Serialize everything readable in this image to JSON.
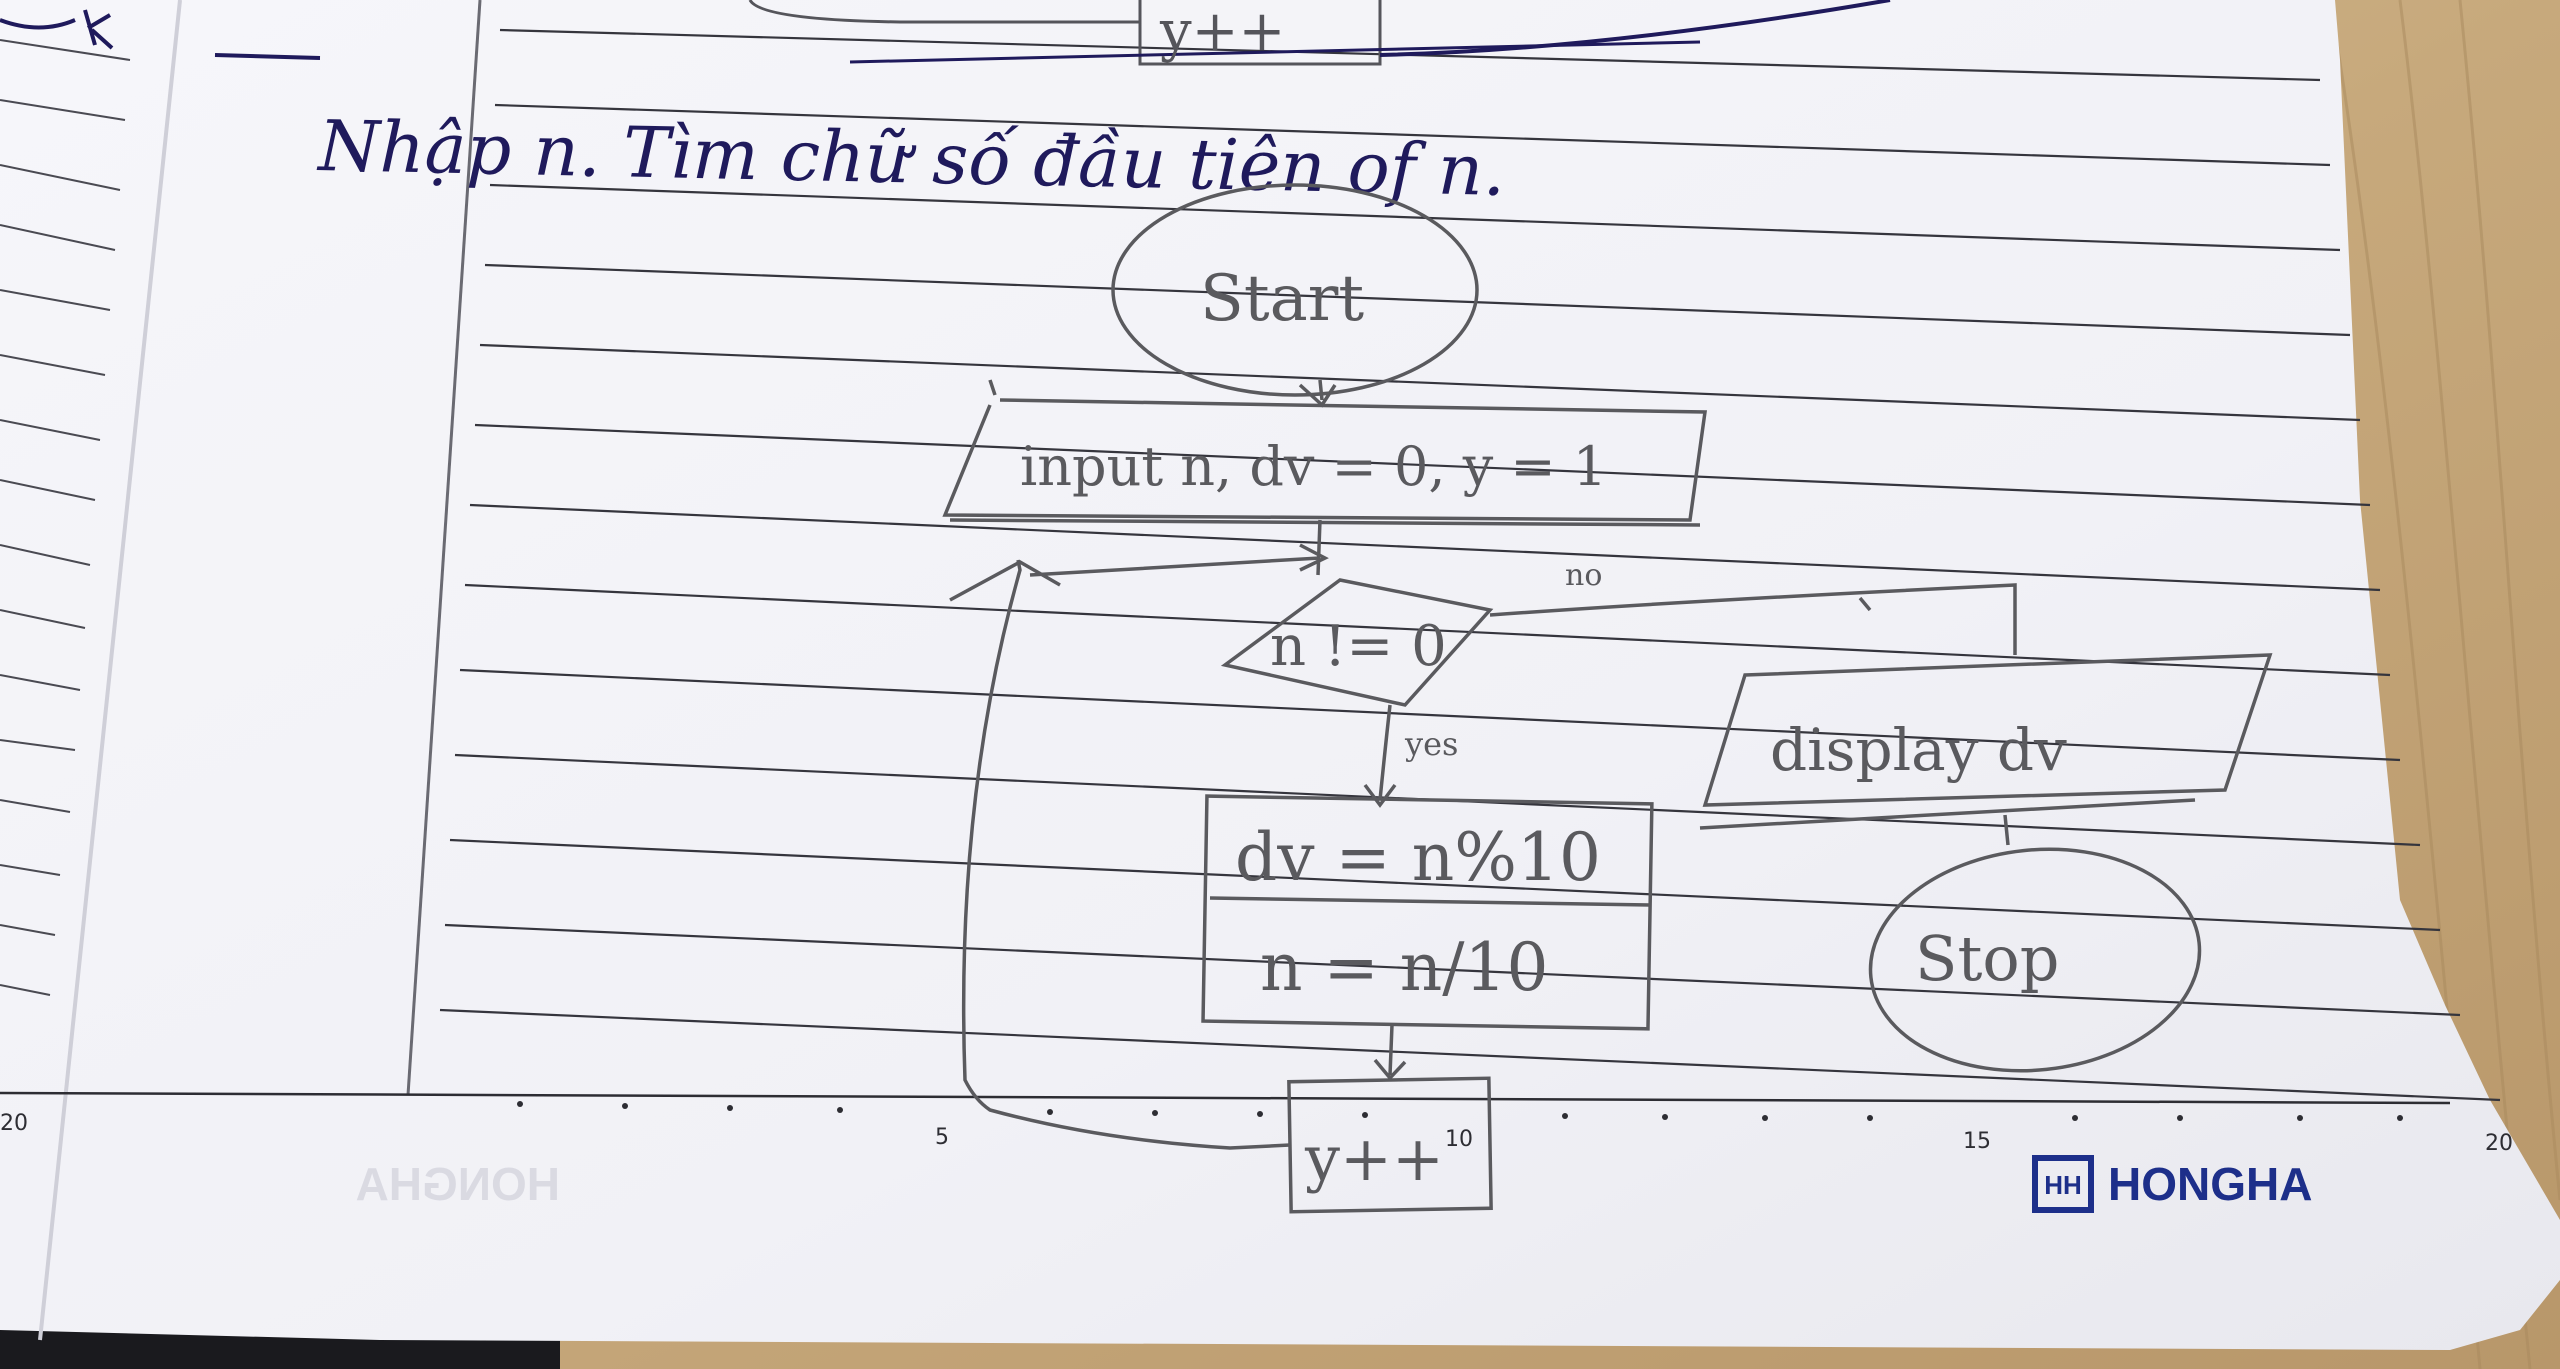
{
  "header": {
    "title": "Nhập n. Tìm chữ số đầu tiên of n.",
    "top_fragment": "y++"
  },
  "flowchart": {
    "start": "Start",
    "input": "input n, dv = 0, y = 1",
    "condition": "n != 0",
    "yes_label": "yes",
    "no_label": "no",
    "process_line1": "dv = n%10",
    "process_line2": "n = n/10",
    "increment": "y++",
    "display": "display dv",
    "stop": "Stop"
  },
  "ruler": {
    "ticks": [
      "20",
      "5",
      "10",
      "15",
      "20"
    ]
  },
  "brand": {
    "name": "HONGHA",
    "logo_mirror": "HONGHA"
  },
  "colors": {
    "paper": "#f4f4f8",
    "ink_pencil": "#5a5a5e",
    "ink_blue": "#1f1a5c",
    "rule_lines": "#3c3c44",
    "brand_blue": "#1d2f8a",
    "wood": "#c9ad84"
  }
}
